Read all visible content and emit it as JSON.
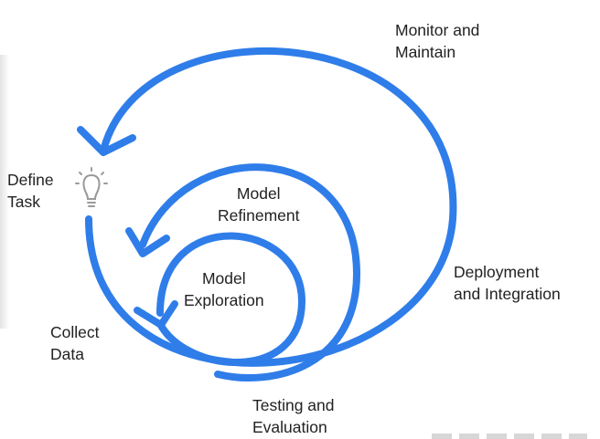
{
  "diagram": {
    "stages": [
      {
        "id": "monitor",
        "lines": [
          "Monitor and",
          "Maintain"
        ]
      },
      {
        "id": "define",
        "lines": [
          "Define",
          "Task"
        ]
      },
      {
        "id": "refinement",
        "lines": [
          "Model",
          "Refinement"
        ]
      },
      {
        "id": "exploration",
        "lines": [
          "Model",
          "Exploration"
        ]
      },
      {
        "id": "collect",
        "lines": [
          "Collect",
          "Data"
        ]
      },
      {
        "id": "deployment",
        "lines": [
          "Deployment",
          "and Integration"
        ]
      },
      {
        "id": "testing",
        "lines": [
          "Testing and",
          "Evaluation"
        ]
      }
    ],
    "icons": {
      "define_task": "lightbulb-icon"
    },
    "colors": {
      "arrow": "#2f7de9",
      "text": "#222222",
      "icon": "#9a9a9a"
    }
  }
}
